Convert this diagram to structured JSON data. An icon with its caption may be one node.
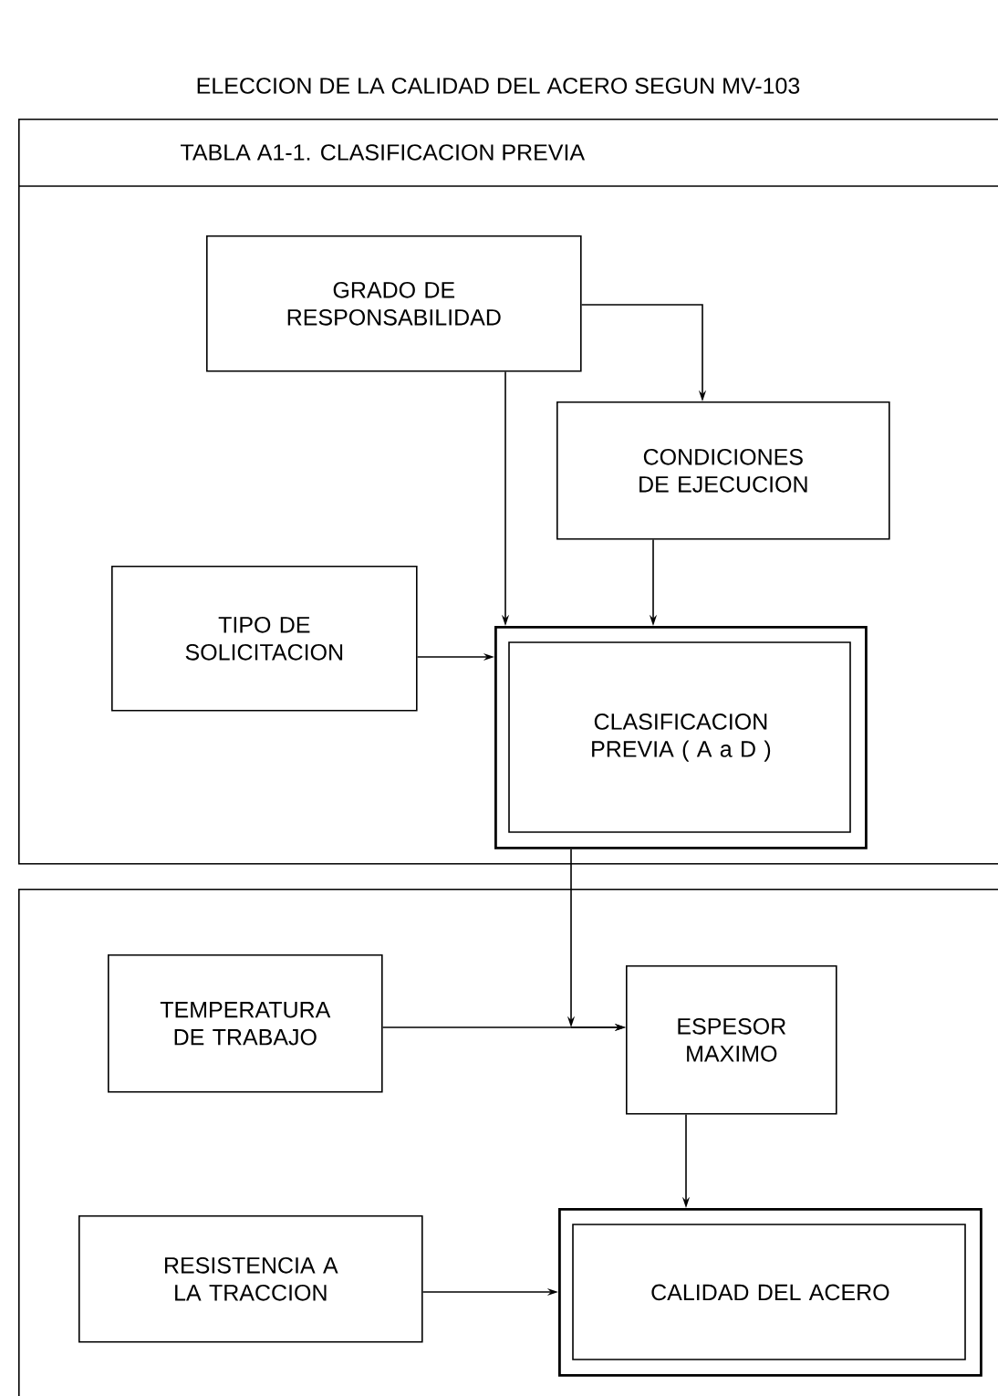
{
  "diagram": {
    "title": "ELECCION DE LA CALIDAD DEL ACERO SEGUN MV-103",
    "nodes": [
      {
        "text": [
          "TABLA A1-1. CLASIFICACION PREVIA"
        ]
      },
      {
        "text": [
          "GRADO DE RESPONSABILIDAD"
        ],
        "in": 0
      },
      {
        "text": [
          "CONDICIONES DE EJECUCION"
        ],
        "in": 0
      },
      {
        "text": [
          "TIPO DE SOLICITACION"
        ],
        "in": 0
      },
      {
        "text": [
          "CLASIFICACION PREVIA ( A a D )"
        ],
        "in": 0
      },
      {
        "text": [],
        "shape": "box"
      },
      {
        "text": [
          "TEMPERATURA DE TRABAJO"
        ],
        "in": 5
      },
      {
        "text": [
          "ESPESOR MAXIMO"
        ],
        "in": 5
      },
      {
        "text": [
          "RESISTENCIA A LA TRACCION"
        ],
        "in": 5
      },
      {
        "text": [
          "CALIDAD DEL ACERO"
        ],
        "in": 5
      }
    ],
    "edges": [
      {
        "from": 1,
        "to": 2,
        "arrow": "to"
      },
      {
        "from": 1,
        "to": 4,
        "arrow": "to"
      },
      {
        "from": 2,
        "to": 4,
        "arrow": "to"
      },
      {
        "from": 3,
        "to": 4,
        "arrow": "to"
      },
      {
        "from": 4,
        "to": 7,
        "arrow": "to"
      },
      {
        "from": 6,
        "to": 7,
        "arrow": "to"
      },
      {
        "from": 7,
        "to": 9,
        "arrow": "to"
      },
      {
        "from": 8,
        "to": 9,
        "arrow": "to"
      }
    ]
  }
}
